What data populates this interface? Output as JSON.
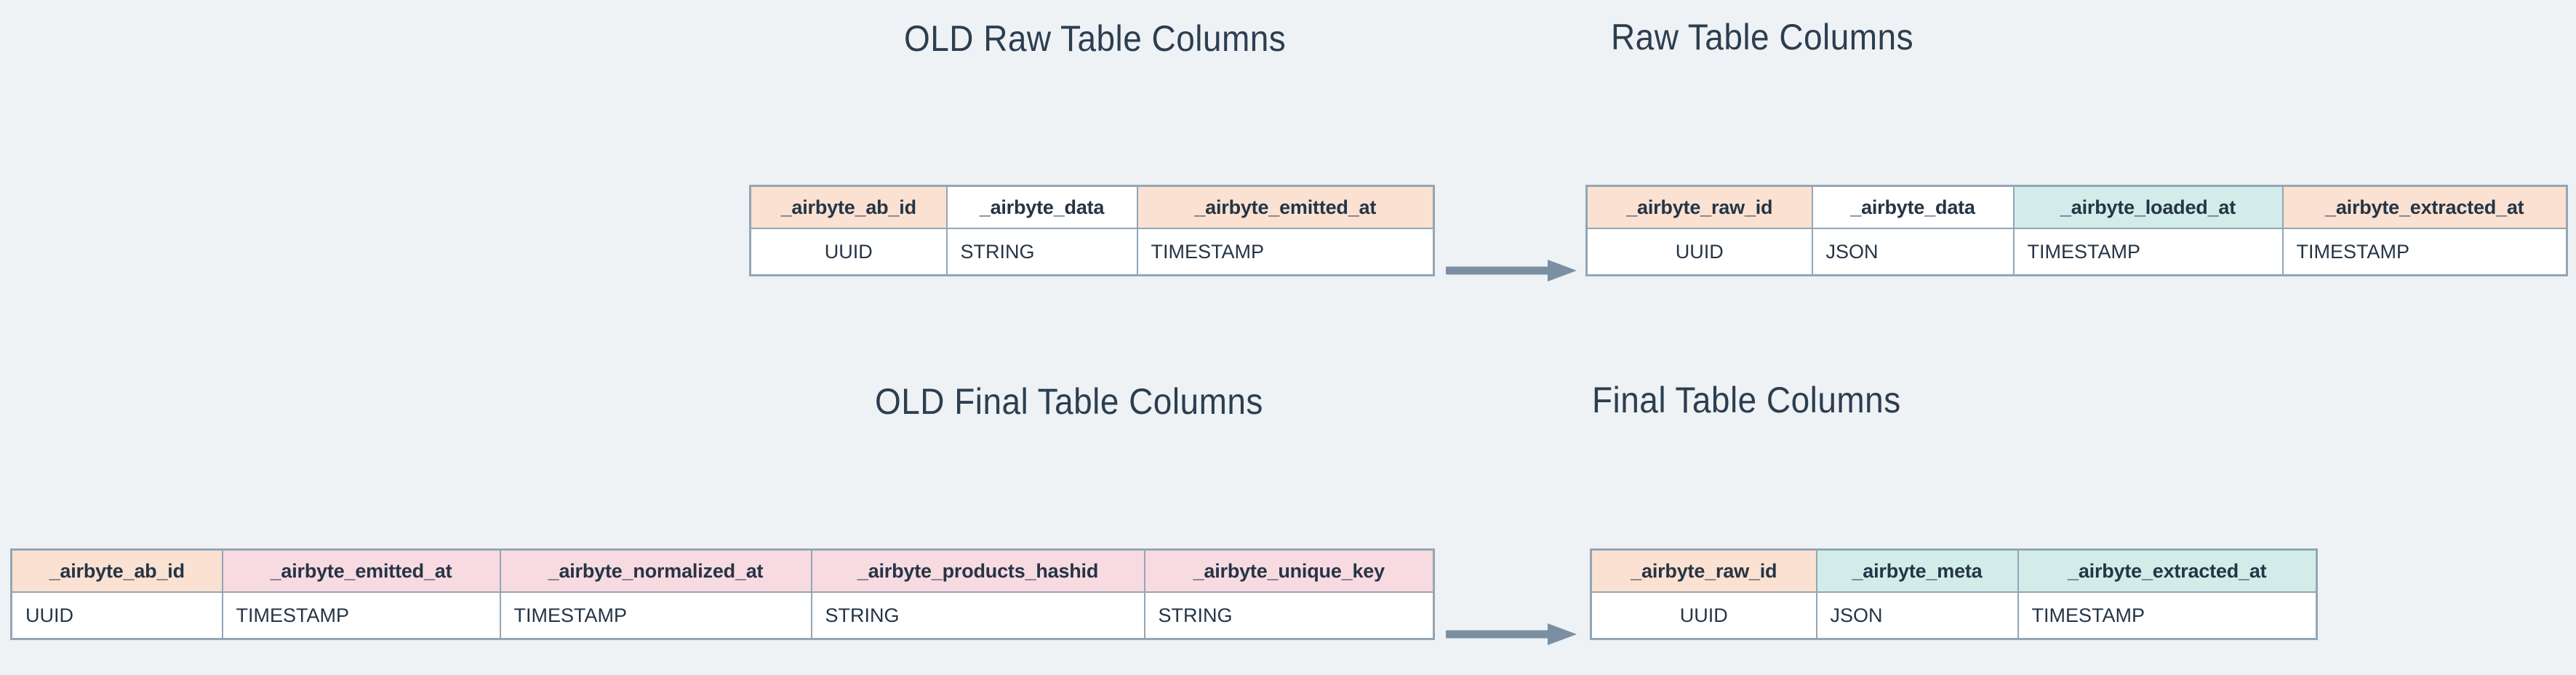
{
  "background_color": "#eef2f5",
  "palette": {
    "title_text": "#2c3e50",
    "cell_text": "#253545",
    "border": "#93a6b5",
    "arrow": "#7b8fa3",
    "peach": "#fae1d2",
    "mint": "#d2ecea",
    "pink": "#f8dae1",
    "white": "#ffffff"
  },
  "sections": {
    "raw": {
      "old_title": "OLD Raw Table Columns",
      "new_title": "Raw Table Columns",
      "arrow_label": "transforms-to-arrow"
    },
    "final": {
      "old_title": "OLD Final Table Columns",
      "new_title": "Final Table Columns",
      "arrow_label": "transforms-to-arrow"
    }
  },
  "tables": {
    "old_raw": {
      "columns": [
        {
          "name": "_airbyte_ab_id",
          "type": "UUID",
          "header_fill": "peach",
          "type_fill": "white"
        },
        {
          "name": "_airbyte_data",
          "type": "STRING",
          "header_fill": "white",
          "type_fill": "peach"
        },
        {
          "name": "_airbyte_emitted_at",
          "type": "TIMESTAMP",
          "header_fill": "peach",
          "type_fill": "white"
        }
      ]
    },
    "new_raw": {
      "columns": [
        {
          "name": "_airbyte_raw_id",
          "type": "UUID",
          "header_fill": "peach",
          "type_fill": "white"
        },
        {
          "name": "_airbyte_data",
          "type": "JSON",
          "header_fill": "white",
          "type_fill": "peach"
        },
        {
          "name": "_airbyte_loaded_at",
          "type": "TIMESTAMP",
          "header_fill": "mint",
          "type_fill": "white"
        },
        {
          "name": "_airbyte_extracted_at",
          "type": "TIMESTAMP",
          "header_fill": "peach",
          "type_fill": "white"
        }
      ]
    },
    "old_final": {
      "columns": [
        {
          "name": "_airbyte_ab_id",
          "type": "UUID",
          "header_fill": "peach",
          "type_fill": "white"
        },
        {
          "name": "_airbyte_emitted_at",
          "type": "TIMESTAMP",
          "header_fill": "pink",
          "type_fill": "white"
        },
        {
          "name": "_airbyte_normalized_at",
          "type": "TIMESTAMP",
          "header_fill": "pink",
          "type_fill": "white"
        },
        {
          "name": "_airbyte_products_hashid",
          "type": "STRING",
          "header_fill": "pink",
          "type_fill": "white"
        },
        {
          "name": "_airbyte_unique_key",
          "type": "STRING",
          "header_fill": "pink",
          "type_fill": "white"
        }
      ]
    },
    "new_final": {
      "columns": [
        {
          "name": "_airbyte_raw_id",
          "type": "UUID",
          "header_fill": "peach",
          "type_fill": "white"
        },
        {
          "name": "_airbyte_meta",
          "type": "JSON",
          "header_fill": "mint",
          "type_fill": "white"
        },
        {
          "name": "_airbyte_extracted_at",
          "type": "TIMESTAMP",
          "header_fill": "mint",
          "type_fill": "white"
        }
      ]
    }
  }
}
